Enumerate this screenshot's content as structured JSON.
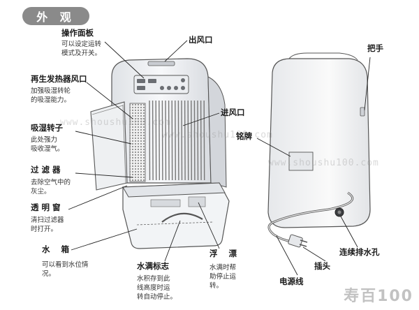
{
  "header": {
    "title": "外 观"
  },
  "labels": {
    "control_panel": {
      "name": "操作面板",
      "desc": [
        "可以设定运转",
        "模式及开关。"
      ]
    },
    "air_outlet": {
      "name": "出风口"
    },
    "handle": {
      "name": "把手"
    },
    "regen_heater_vent": {
      "name": "再生发热器风口",
      "desc": [
        "加强吸湿转轮",
        "的吸湿能力。"
      ]
    },
    "air_inlet": {
      "name": "进风口"
    },
    "desiccant_rotor": {
      "name": "吸湿转子",
      "desc": [
        "此处强力",
        "吸收湿气。"
      ]
    },
    "nameplate": {
      "name": "铭牌"
    },
    "filter": {
      "name": "过 滤 器",
      "desc": [
        "去除空气中的",
        "灰尘。"
      ]
    },
    "clear_window": {
      "name": "透 明 窗",
      "desc": [
        "清扫过滤器",
        "时打开。"
      ]
    },
    "water_tank": {
      "name": "水    箱",
      "desc": [
        "可以看到水位情",
        "况。"
      ]
    },
    "full_water_mark": {
      "name": "水满标志",
      "desc": [
        "水积存到此",
        "线高度时运",
        "转自动停止。"
      ]
    },
    "float": {
      "name": "浮    漂",
      "desc": [
        "水满时帮",
        "助停止运",
        "转。"
      ]
    },
    "drain_hole": {
      "name": "连续排水孔"
    },
    "plug": {
      "name": "插头"
    },
    "power_cord": {
      "name": "电源线"
    }
  },
  "watermarks": [
    "www.shoushu100.com",
    "www.shoushu100.com",
    "www.shoushu100.com"
  ],
  "corner_logo": "寿百100",
  "colors": {
    "line": "#222222",
    "body_fill": "#f4f5f7",
    "body_stroke": "#555555",
    "pill": "#8a8a8a"
  }
}
